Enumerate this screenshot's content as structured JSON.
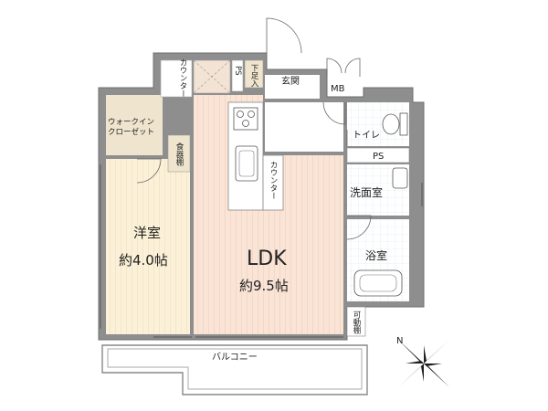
{
  "rooms": {
    "entrance": "玄関",
    "mb": "MB",
    "shoe_box": "下足入",
    "ps_top": "PS",
    "counter_top": "カウンター",
    "walk_in_closet_line1": "ウォークイン",
    "walk_in_closet_line2": "クローゼット",
    "pantry": "食器棚",
    "kitchen_counter": "カウンター",
    "toilet": "トイレ",
    "ps_mid": "PS",
    "washroom": "洗面室",
    "bathroom": "浴室",
    "western_room": "洋室",
    "western_room_size": "約4.0帖",
    "ldk": "LDK",
    "ldk_size": "約9.5帖",
    "movable_shelf": "可動棚",
    "balcony": "バルコニー"
  },
  "compass": {
    "north_label": "N"
  },
  "colors": {
    "wall": "#8e8e8e",
    "ldk_floor": "#f9e4d6",
    "western_floor": "#fbf1d8",
    "closet_floor": "#efe5cf",
    "wet_area": "#ffffff",
    "tile": "#d9ecf5"
  }
}
